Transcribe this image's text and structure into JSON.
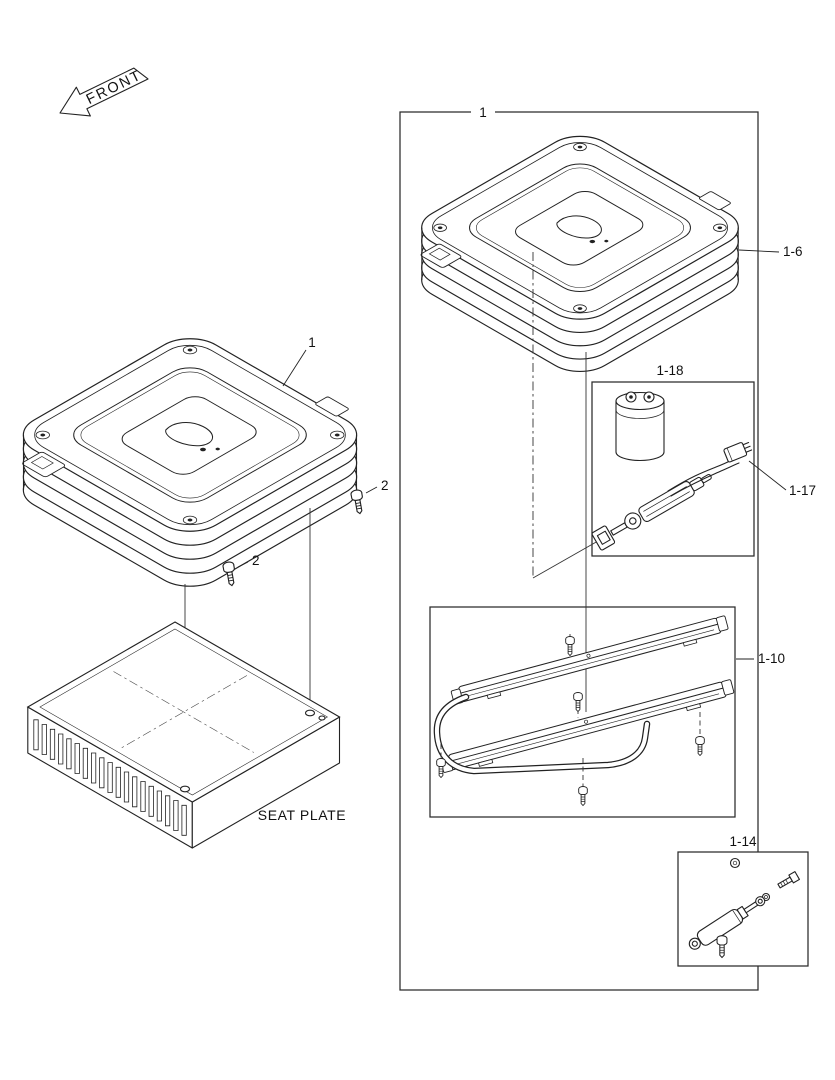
{
  "palette": {
    "line": "#222222",
    "background": "#ffffff"
  },
  "labels": {
    "front": "FRONT",
    "left_assembly": "1",
    "screw_top": "2",
    "screw_bottom": "2",
    "seat_plate": "SEAT PLATE",
    "assembly_box": "1",
    "cushion": "1-6",
    "suspension_kit": "1-18",
    "actuator": "1-17",
    "rail_kit": "1-10",
    "damper_kit": "1-14"
  }
}
